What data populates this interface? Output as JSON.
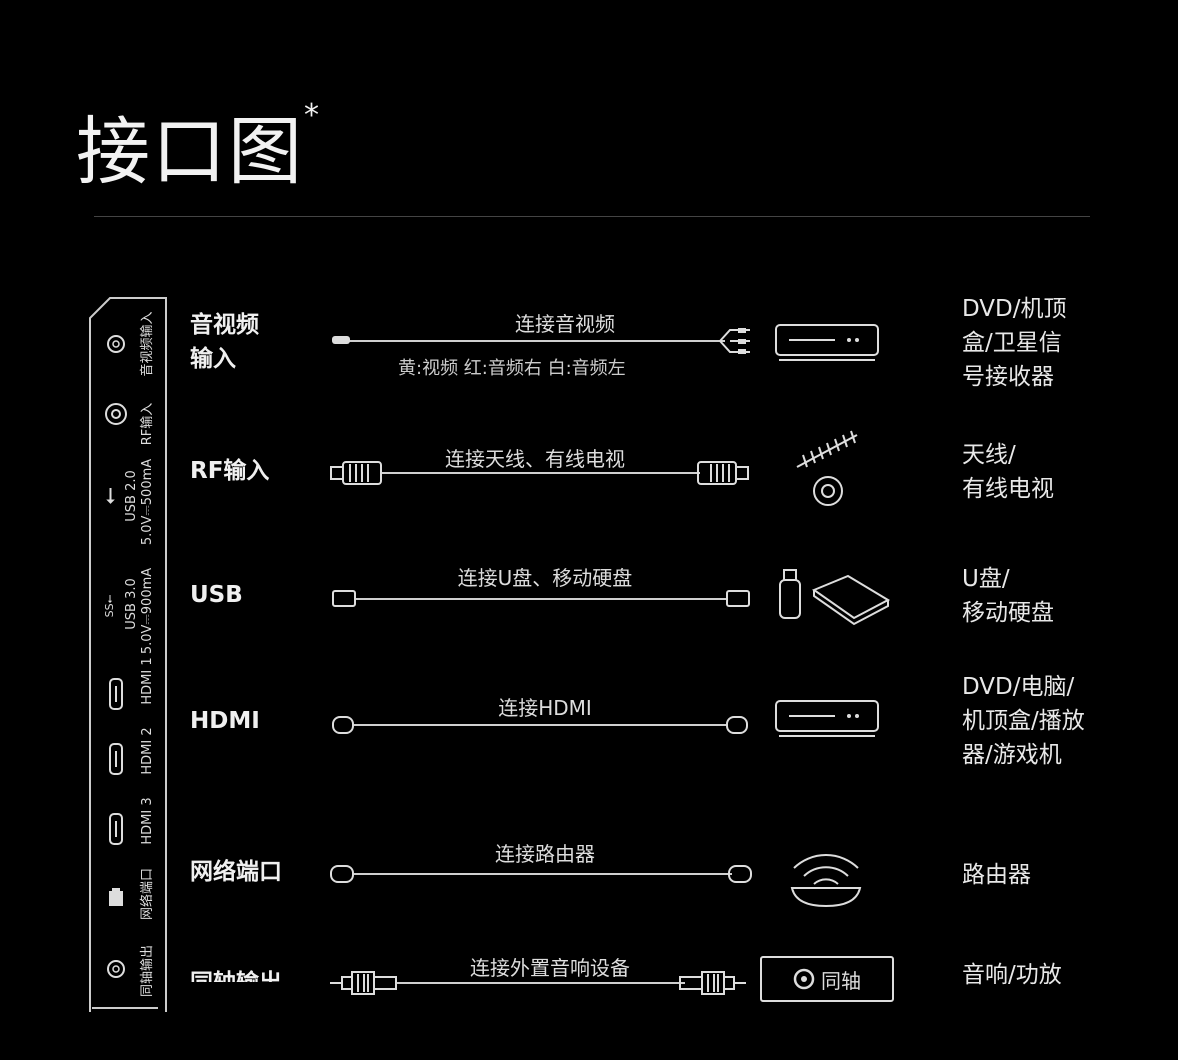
{
  "title": "接口图",
  "title_mark": "*",
  "panel_labels": [
    "音视频输入",
    "RF输入",
    "USB 2.0",
    "5.0V⎓500mA",
    "USB 3.0",
    "5.0V⎓900mA",
    "HDMI 1",
    "HDMI 2",
    "HDMI 3",
    "网络端口",
    "同轴输出"
  ],
  "rows": [
    {
      "port": "音视频\n输入",
      "cable": "连接音视频",
      "sub": "黄:视频  红:音频右  白:音频左",
      "device": "DVD/机顶\n盒/卫星信\n号接收器",
      "icon": "set-top-box-icon"
    },
    {
      "port": "RF输入",
      "cable": "连接天线、有线电视",
      "device": "天线/\n有线电视",
      "icon": "antenna-icon"
    },
    {
      "port": "USB",
      "cable": "连接U盘、移动硬盘",
      "device": "U盘/\n移动硬盘",
      "icon": "usb-drive-icon"
    },
    {
      "port": "HDMI",
      "cable": "连接HDMI",
      "device": "DVD/电脑/\n机顶盒/播放\n器/游戏机",
      "icon": "set-top-box-icon"
    },
    {
      "port": "网络端口",
      "cable": "连接路由器",
      "device": "路由器",
      "icon": "router-icon"
    },
    {
      "port": "同轴输出",
      "cable": "连接外置音响设备",
      "device": "音响/功放",
      "icon": "amplifier-icon",
      "device_label": "同轴"
    }
  ],
  "colors": {
    "background": "#000000",
    "text": "#ffffff",
    "line": "#cfcfcf"
  }
}
